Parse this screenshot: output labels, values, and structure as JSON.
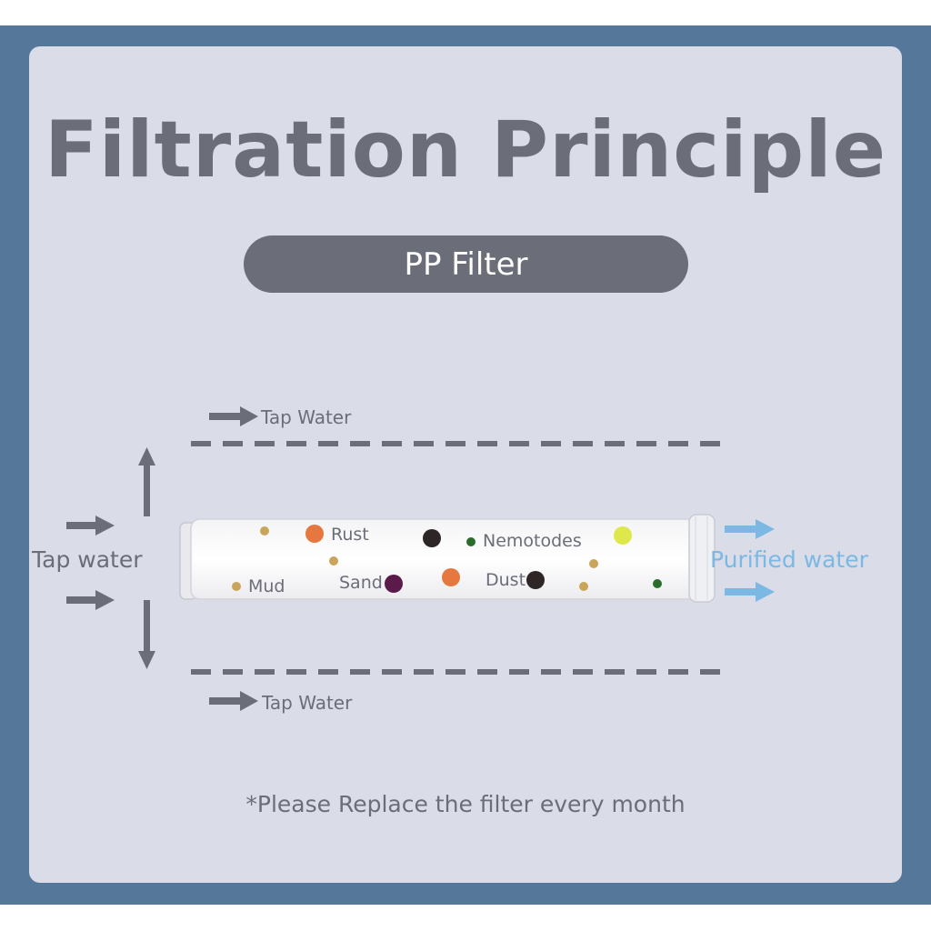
{
  "header": {
    "title": "Filtration Principle",
    "filter_badge": "PP Filter"
  },
  "diagram": {
    "flow_top_label": "Tap Water",
    "flow_bottom_label": "Tap Water",
    "inlet_label": "Tap water",
    "outlet_label": "Purified water",
    "contaminants": [
      "Rust",
      "Nemotodes",
      "Mud",
      "Sand",
      "Dust"
    ]
  },
  "footer": {
    "note": "*Please Replace the filter every month"
  },
  "colors": {
    "frame": "#55789a",
    "card": "#dadce7",
    "text_gray": "#6b6d79",
    "purified_blue": "#7bb8e3",
    "rust_orange": "#e5773f",
    "mud_tan": "#c9a45a",
    "sand_purple": "#5a1a4a",
    "dust_black": "#2e2626",
    "nemotode_green": "#2a6d2a",
    "yellow_particle": "#dfe84a"
  }
}
